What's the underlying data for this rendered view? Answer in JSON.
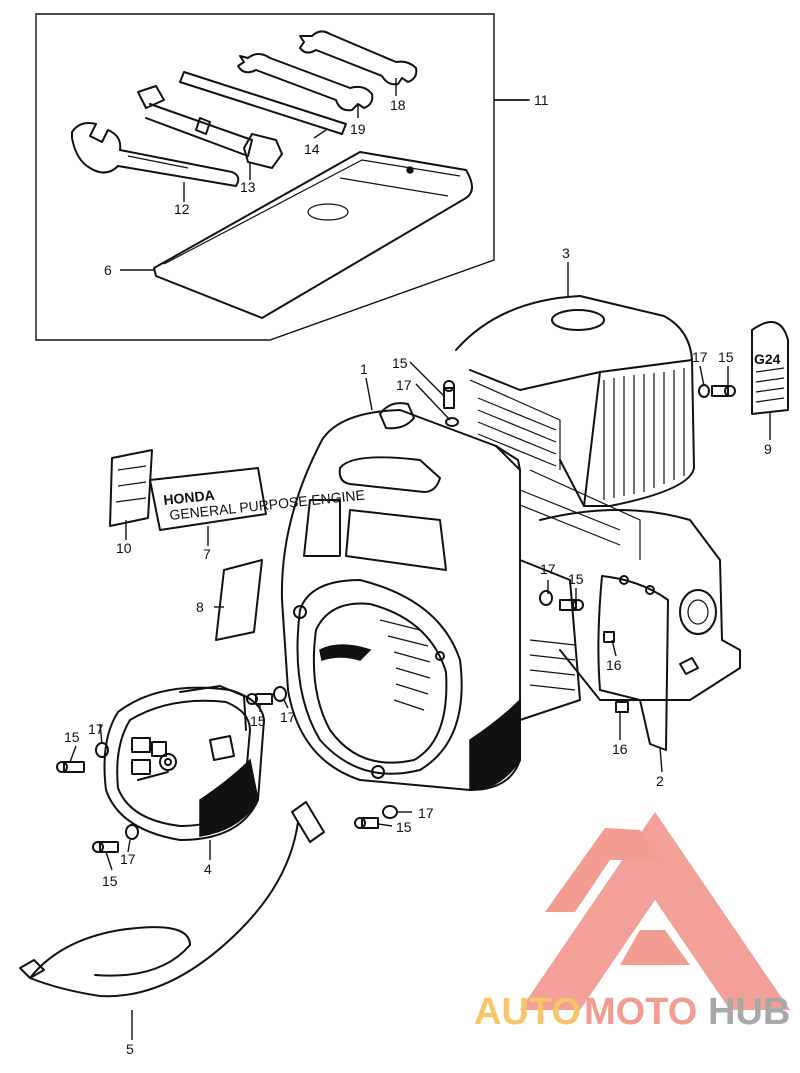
{
  "diagram": {
    "callouts": {
      "c1": "1",
      "c2": "2",
      "c3": "3",
      "c4": "4",
      "c5": "5",
      "c6": "6",
      "c7": "7",
      "c8": "8",
      "c9": "9",
      "c10": "10",
      "c11": "11",
      "c12": "12",
      "c13": "13",
      "c14": "14",
      "c15a": "15",
      "c15b": "15",
      "c15c": "15",
      "c15d": "15",
      "c15e": "15",
      "c15f": "15",
      "c15g": "15",
      "c16a": "16",
      "c16b": "16",
      "c17a": "17",
      "c17b": "17",
      "c17c": "17",
      "c17d": "17",
      "c17e": "17",
      "c17f": "17",
      "c17g": "17",
      "c18": "18",
      "c19": "19"
    },
    "emblem_text": "HONDA",
    "emblem_subtext": "GENERAL PURPOSE ENGINE",
    "label_plate_text": "G24"
  },
  "watermark": {
    "brand_auto": "AUTO",
    "brand_moto": "MOTO",
    "brand_hub": "HUB",
    "colors": {
      "logo": "#f29c92",
      "auto": "#f7c66b",
      "moto": "#f29c92",
      "hub": "#a8a8a8"
    }
  }
}
